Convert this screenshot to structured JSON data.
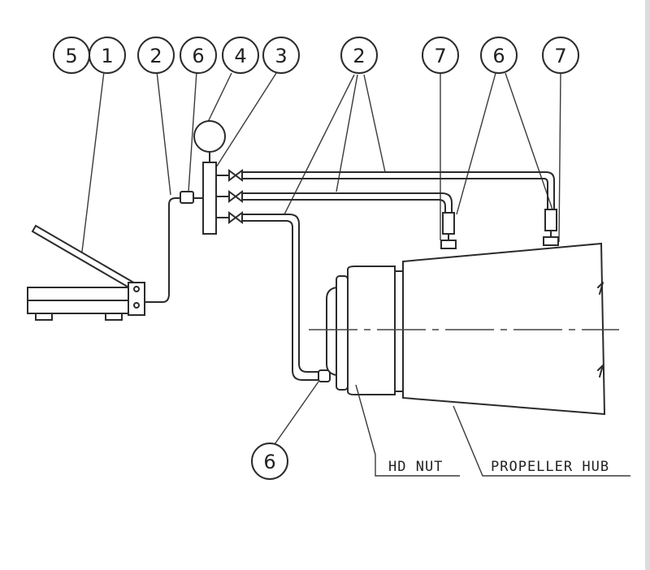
{
  "balloons": [
    {
      "id": "b-5",
      "text": "5"
    },
    {
      "id": "b-1",
      "text": "1"
    },
    {
      "id": "b-2a",
      "text": "2"
    },
    {
      "id": "b-6a",
      "text": "6"
    },
    {
      "id": "b-4",
      "text": "4"
    },
    {
      "id": "b-3",
      "text": "3"
    },
    {
      "id": "b-2b",
      "text": "2"
    },
    {
      "id": "b-7a",
      "text": "7"
    },
    {
      "id": "b-6b",
      "text": "6"
    },
    {
      "id": "b-7b",
      "text": "7"
    },
    {
      "id": "b-6c",
      "text": "6"
    }
  ],
  "labels": {
    "hd_nut": "HD NUT",
    "propeller_hub": "PROPELLER HUB"
  }
}
